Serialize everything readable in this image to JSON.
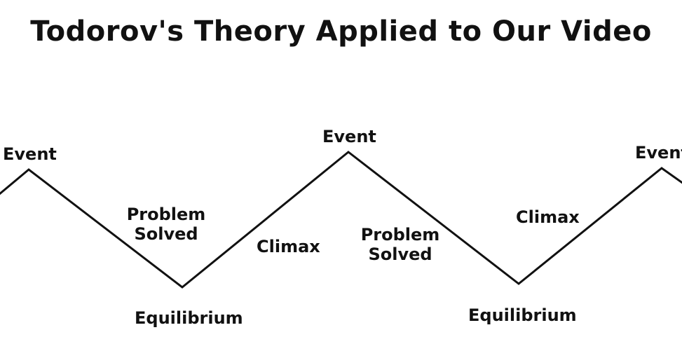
{
  "title": "Todorov's Theory Applied to Our Video",
  "labels": {
    "event_1": "Event",
    "problem_solved_1": [
      "Problem",
      "Solved"
    ],
    "equilibrium_1": "Equilibrium",
    "climax_1": "Climax",
    "event_2": "Event",
    "problem_solved_2": [
      "Problem",
      "Solved"
    ],
    "equilibrium_2": "Equilibrium",
    "climax_2": "Climax",
    "event_3": "Event"
  },
  "colors": {
    "line": "#111111",
    "text": "#111111",
    "background": "#ffffff"
  }
}
